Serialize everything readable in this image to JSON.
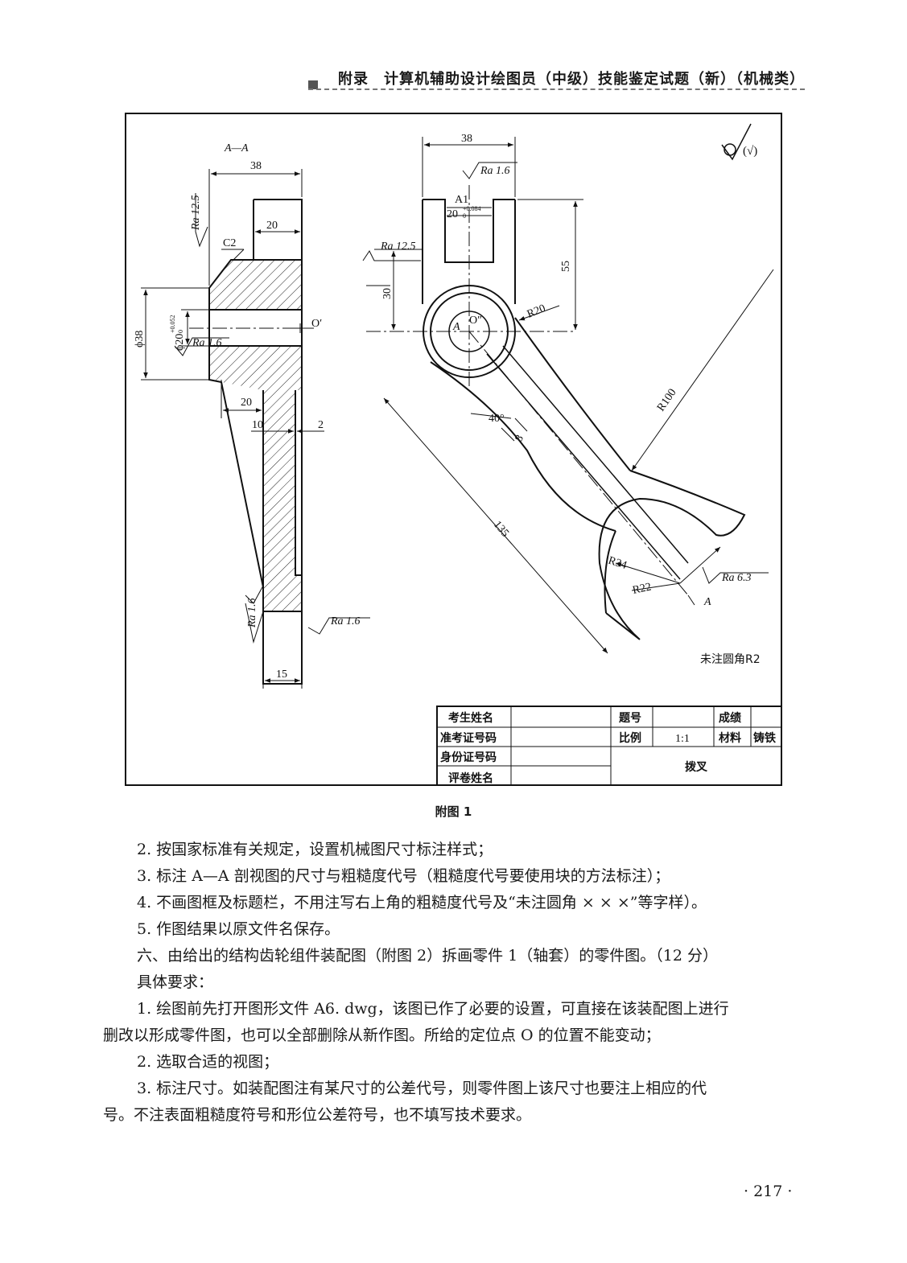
{
  "header": {
    "title": "附录　计算机辅助设计绘图员（中级）技能鉴定试题（新）（机械类）"
  },
  "drawing": {
    "section_label": "A—A",
    "surface_symbol_top_right": "(√)",
    "note_fillet": "未注圆角R2",
    "dimensions": {
      "left_width": "38",
      "left_inner": "20",
      "chamfer": "C2",
      "dia38": "ϕ38",
      "dia20": "ϕ20",
      "dia20_tol_upper": "+0.052",
      "dia20_tol_lower": "0",
      "origin_left": "O′",
      "web_20": "20",
      "web_10": "10",
      "web_2": "2",
      "foot_15": "15",
      "right_width": "38",
      "slot_20": "20",
      "slot_tol_upper": "+0.084",
      "slot_tol_lower": "0",
      "slot_label": "A1",
      "height_55": "55",
      "height_30": "30",
      "r20": "R20",
      "r100": "R100",
      "angle40": "40°",
      "thick8": "8",
      "len135": "135",
      "r34": "R34",
      "r22": "R22",
      "origin_right": "O″",
      "center_a": "A",
      "section_a": "A"
    },
    "roughness": {
      "ra125_left": "Ra 12.5",
      "ra16_top": "Ra 1.6",
      "ra125_right": "Ra 12.5",
      "ra16_bore": "Ra 1.6",
      "ra16_bottom_left": "Ra 1.6",
      "ra16_bottom_right": "Ra 1.6",
      "ra63": "Ra 6.3"
    },
    "title_block": {
      "exam_name": "考生姓名",
      "exam_id": "准考证号码",
      "id_number": "身份证号码",
      "grader": "评卷姓名",
      "question_no": "题号",
      "score": "成绩",
      "scale_label": "比例",
      "scale_value": "1:1",
      "material_label": "材料",
      "material_value": "铸铁",
      "part_name": "拨叉"
    }
  },
  "caption": "附图 1",
  "paragraphs": [
    "2. 按国家标准有关规定，设置机械图尺寸标注样式；",
    "3. 标注 A—A 剖视图的尺寸与粗糙度代号（粗糙度代号要使用块的方法标注）；",
    "4. 不画图框及标题栏，不用注写右上角的粗糙度代号及“未注圆角 × × ×”等字样）。",
    "5. 作图结果以原文件名保存。",
    "六、由给出的结构齿轮组件装配图（附图 2）拆画零件 1（轴套）的零件图。（12 分）",
    "具体要求：",
    "1. 绘图前先打开图形文件 A6. dwg，该图已作了必要的设置，可直接在该装配图上进行",
    "删改以形成零件图，也可以全部删除从新作图。所给的定位点 O 的位置不能变动；",
    "2. 选取合适的视图；",
    "3. 标注尺寸。如装配图注有某尺寸的公差代号，则零件图上该尺寸也要注上相应的代",
    "号。不注表面粗糙度符号和形位公差符号，也不填写技术要求。"
  ],
  "page_number": "· 217 ·"
}
